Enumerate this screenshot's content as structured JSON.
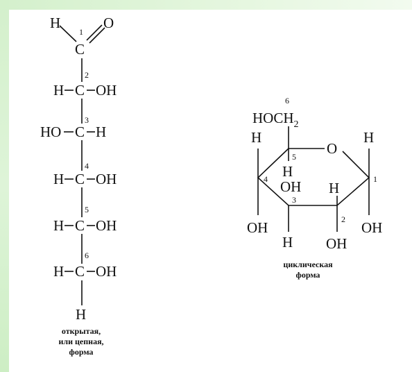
{
  "open_chain": {
    "top_h": "H",
    "top_o": "O",
    "c1": "C",
    "numbers": [
      "1",
      "2",
      "3",
      "4",
      "5",
      "6"
    ],
    "rows": [
      {
        "left": "H",
        "center": "C",
        "right": "OH"
      },
      {
        "left": "HO",
        "center": "C",
        "right": "H"
      },
      {
        "left": "H",
        "center": "C",
        "right": "OH"
      },
      {
        "left": "H",
        "center": "C",
        "right": "OH"
      },
      {
        "left": "H",
        "center": "C",
        "right": "OH"
      }
    ],
    "bottom_h": "H",
    "caption": [
      "открытая,",
      "или цепная,",
      "форма"
    ]
  },
  "cyclic": {
    "c6_number": "6",
    "hoch": "HOCH",
    "hoch_sub": "2",
    "ring_o": "O",
    "ring_numbers": [
      "5",
      "4",
      "3",
      "2",
      "1"
    ],
    "labels": {
      "c5_h_top": "H",
      "c5_h_bottom": "H",
      "c1_h_top": "H",
      "c4_oh": "OH",
      "c3_oh_top": "OH",
      "c2_h": "H",
      "c4_oh_bottom": "OH",
      "c3_h_bottom": "H",
      "c2_oh_bottom": "OH",
      "c1_oh_bottom": "OH"
    },
    "caption": [
      "циклическая",
      "форма"
    ]
  }
}
